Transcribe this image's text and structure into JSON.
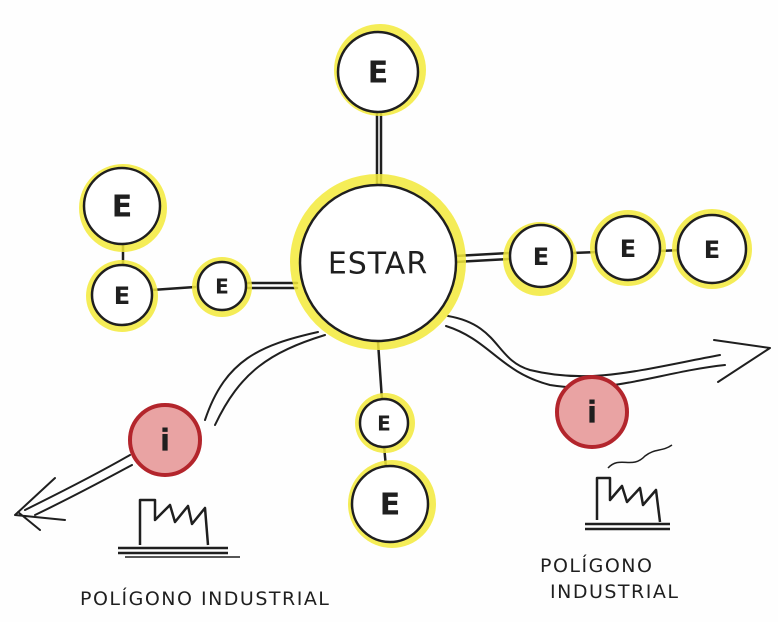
{
  "diagram": {
    "hub": {
      "label": "ESTAR"
    },
    "nodes": [
      {
        "id": "top",
        "label": "E"
      },
      {
        "id": "left-top",
        "label": "E"
      },
      {
        "id": "left-mid",
        "label": "E"
      },
      {
        "id": "left-near",
        "label": "E"
      },
      {
        "id": "right-1",
        "label": "E"
      },
      {
        "id": "right-2",
        "label": "E"
      },
      {
        "id": "right-3",
        "label": "E"
      },
      {
        "id": "bottom-1",
        "label": "E"
      },
      {
        "id": "bottom-2",
        "label": "E"
      }
    ],
    "industry_nodes": [
      {
        "id": "industry-left",
        "label": "i"
      },
      {
        "id": "industry-right",
        "label": "i"
      }
    ],
    "captions": {
      "left": "POLÍGONO INDUSTRIAL",
      "right_line1": "POLÍGONO",
      "right_line2": "INDUSTRIAL"
    },
    "colors": {
      "highlight": "#f3ea3a",
      "industry_fill": "#e9a3a3",
      "industry_ring": "#b3252c",
      "ink": "#1f1f1f"
    }
  }
}
